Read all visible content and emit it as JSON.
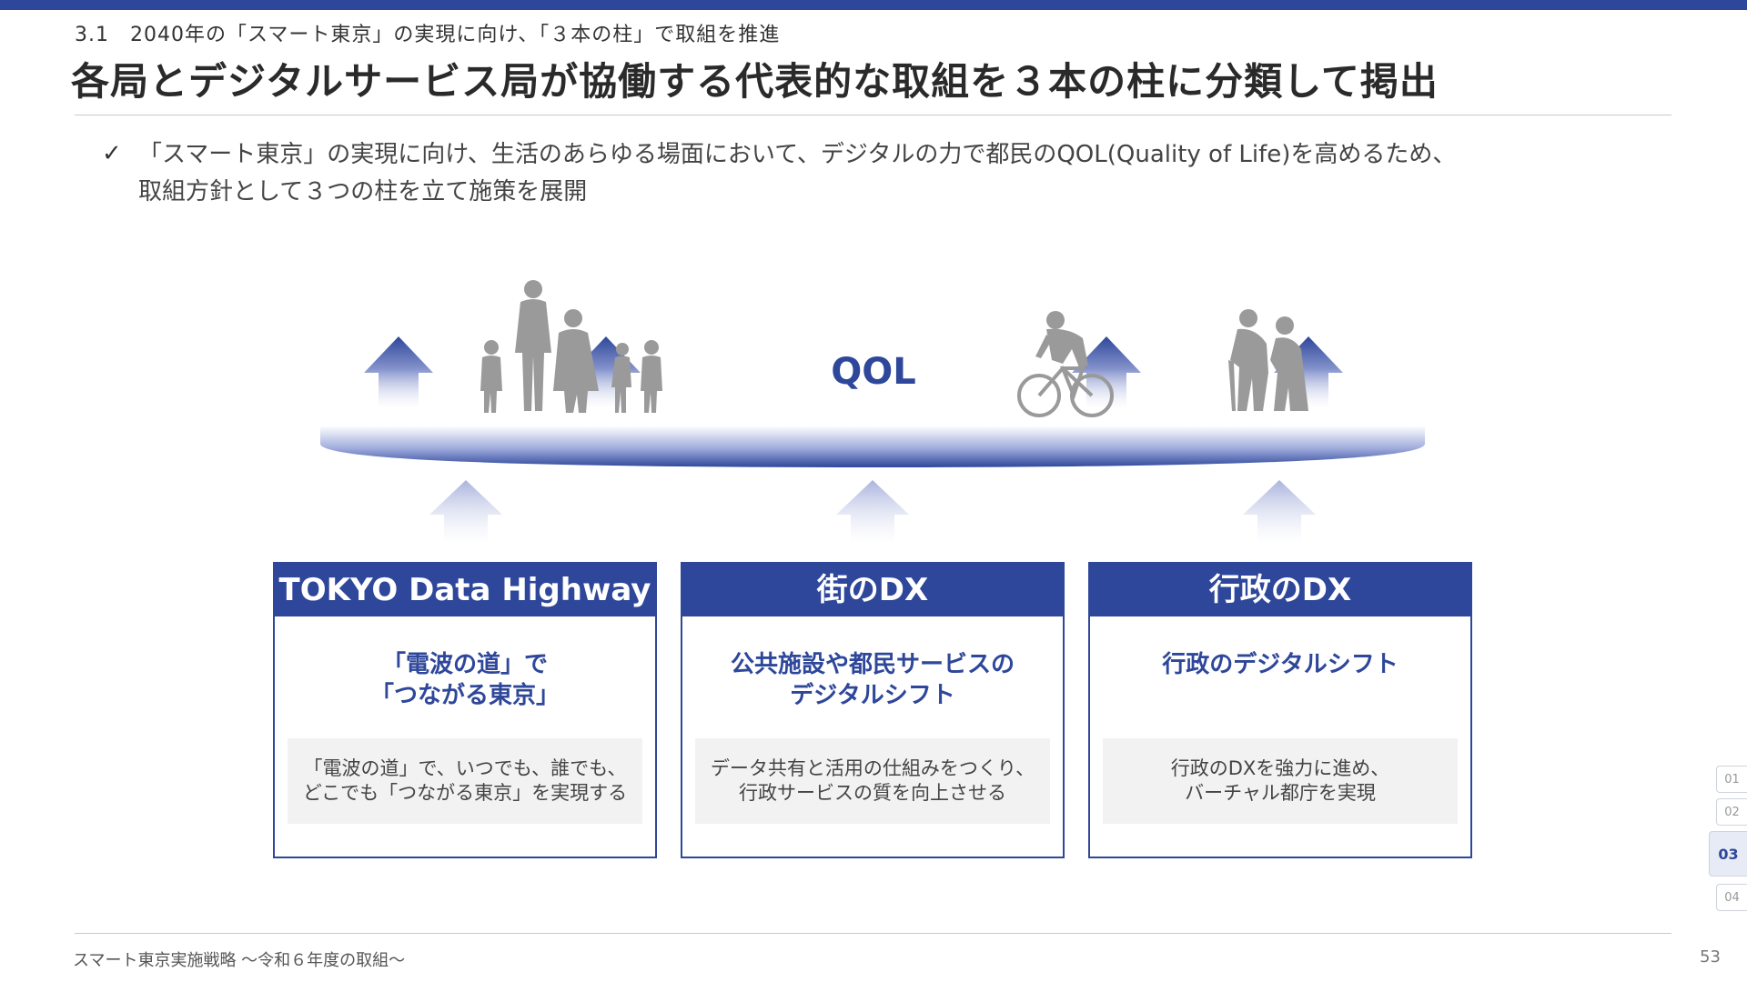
{
  "header": {
    "section": "3.1　2040年の「スマート東京」の実現に向け、「３本の柱」で取組を推進",
    "title": "各局とデジタルサービス局が協働する代表的な取組を３本の柱に分類して掲出"
  },
  "bullet": {
    "mark": "✓",
    "lines": [
      "「スマート東京」の実現に向け、生活のあらゆる場面において、デジタルの力で都民のQOL(Quality of Life)を高めるため、",
      "取組方針として３つの柱を立て施策を展開"
    ]
  },
  "diagram": {
    "qol_label": "QOL",
    "pillars": [
      {
        "title": "TOKYO Data Highway",
        "subtitle": [
          "「電波の道」で",
          "「つながる東京」"
        ],
        "description": [
          "「電波の道」で、いつでも、誰でも、",
          "どこでも「つながる東京」を実現する"
        ]
      },
      {
        "title": "街のDX",
        "subtitle": [
          "公共施設や都民サービスの",
          "デジタルシフト"
        ],
        "description": [
          "データ共有と活用の仕組みをつくり、",
          "行政サービスの質を向上させる"
        ]
      },
      {
        "title": "行政のDX",
        "subtitle": [
          "行政のデジタルシフト"
        ],
        "description": [
          "行政のDXを強力に進め、",
          "バーチャル都庁を実現"
        ]
      }
    ]
  },
  "page_nav": {
    "items": [
      "01",
      "02",
      "03",
      "04"
    ],
    "active": "03"
  },
  "footer": {
    "text": "スマート東京実施戦略 〜令和６年度の取組〜",
    "page": "53"
  },
  "colors": {
    "accent": "#2e479a",
    "desc_bg": "#f2f2f2",
    "silhouette": "#9a9a9a"
  }
}
